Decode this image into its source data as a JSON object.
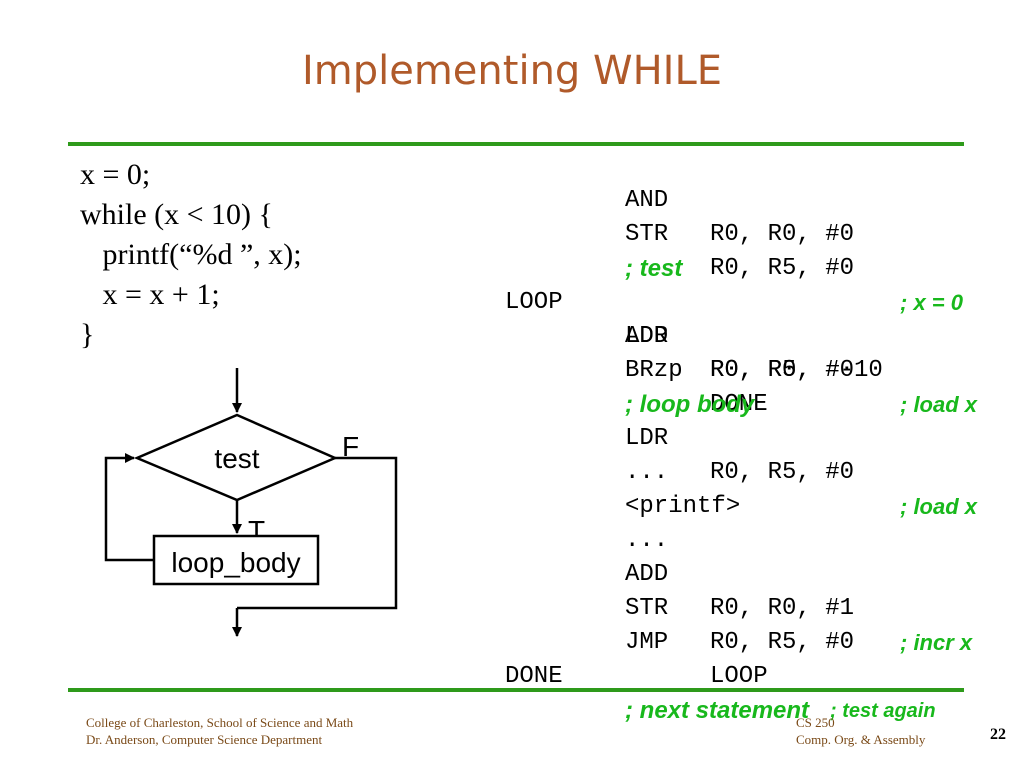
{
  "slide": {
    "title": "Implementing WHILE",
    "page_number": "22"
  },
  "c_code": {
    "lines": [
      "x = 0;",
      "while (x < 10) {",
      "   printf(“%d ”, x);",
      "   x = x + 1;",
      "}"
    ]
  },
  "flowchart": {
    "test_label": "test",
    "false_label": "F",
    "true_label": "T",
    "body_label": "loop_body"
  },
  "asm": {
    "rows": [
      {
        "label": "",
        "op": "AND",
        "args": "R0, R0, #0",
        "comment": ""
      },
      {
        "label": "",
        "op": "STR",
        "args": "R0, R5, #0",
        "comment": "; x = 0"
      },
      {
        "label": "",
        "op": "",
        "args": "",
        "comment": "; test"
      },
      {
        "label": "LOOP",
        "op": "LDR",
        "args": "R0, R5, #0",
        "comment": "; load x"
      },
      {
        "label": "",
        "op": "ADD",
        "args": "R0, R0, #-10",
        "comment": ""
      },
      {
        "label": "",
        "op": "BRzp",
        "args": "DONE",
        "comment": ""
      },
      {
        "label": "",
        "op": "",
        "args": "",
        "comment": "; loop body"
      },
      {
        "label": "",
        "op": "LDR",
        "args": "R0, R5, #0",
        "comment": "; load x"
      },
      {
        "label": "",
        "op": "...",
        "args": "",
        "comment": ""
      },
      {
        "label": "",
        "op": "<printf>",
        "args": "",
        "comment": ""
      },
      {
        "label": "",
        "op": "...",
        "args": "",
        "comment": ""
      },
      {
        "label": "",
        "op": "ADD",
        "args": "R0, R0, #1",
        "comment": "; incr x"
      },
      {
        "label": "",
        "op": "STR",
        "args": "R0, R5, #0",
        "comment": ""
      },
      {
        "label": "",
        "op": "JMP",
        "args": "LOOP",
        "comment": "; test again"
      },
      {
        "label": "DONE",
        "op": "",
        "args": "",
        "comment": "; next statement"
      }
    ]
  },
  "footer": {
    "left_line1": "College of Charleston, School of Science and Math",
    "left_line2": "Dr. Anderson, Computer Science Department",
    "right_line1": "CS 250",
    "right_line2": "Comp. Org. & Assembly"
  },
  "colors": {
    "title": "#b05a2a",
    "rule": "#2e9a1b",
    "comment": "#18b81c"
  }
}
